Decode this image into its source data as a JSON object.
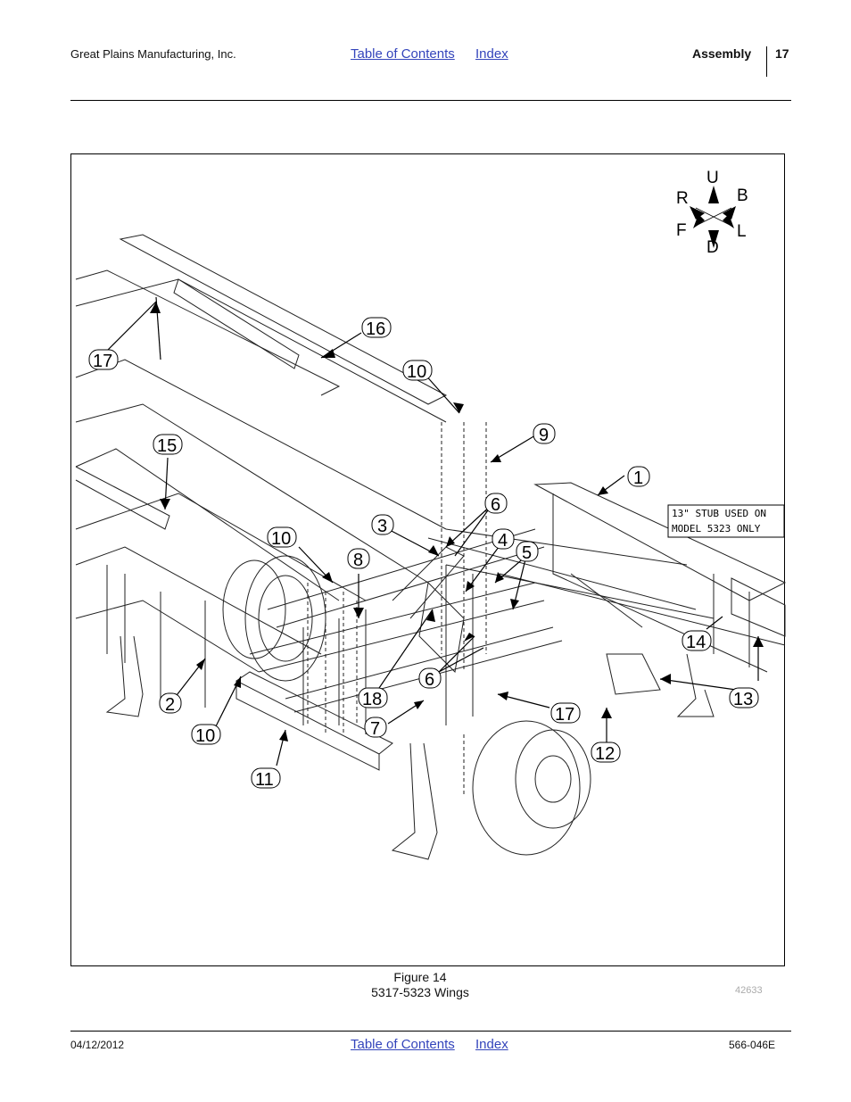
{
  "header": {
    "company": "Great Plains Manufacturing, Inc.",
    "toc_link": "Table of Contents",
    "index_link": "Index",
    "section": "Assembly",
    "page": "17"
  },
  "figure": {
    "caption_line1": "Figure 14",
    "caption_line2": "5317-5323 Wings",
    "drawing_number": "42633",
    "note_line1": "13\" STUB USED ON",
    "note_line2": "MODEL 5323 ONLY",
    "compass": {
      "up": "U",
      "rear": "R",
      "back": "B",
      "front": "F",
      "left": "L",
      "down": "D"
    },
    "callouts": [
      "1",
      "2",
      "3",
      "4",
      "5",
      "6",
      "6",
      "7",
      "8",
      "9",
      "10",
      "10",
      "10",
      "11",
      "12",
      "13",
      "14",
      "15",
      "16",
      "17",
      "17",
      "18"
    ]
  },
  "footer": {
    "date": "04/12/2012",
    "toc_link": "Table of Contents",
    "index_link": "Index",
    "doc_number": "566-046E"
  }
}
